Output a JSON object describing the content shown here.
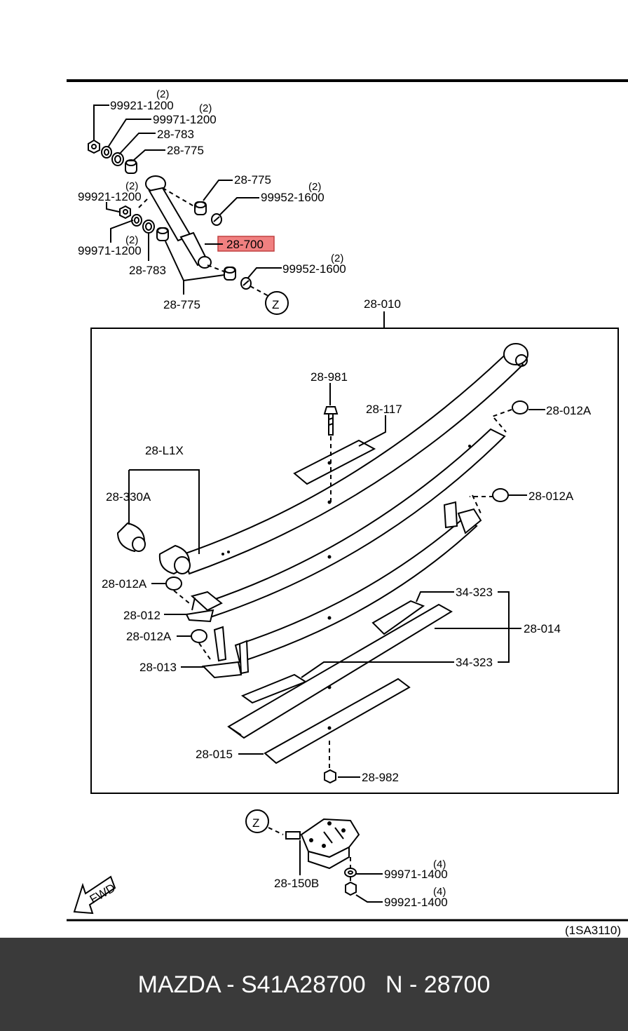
{
  "diagram": {
    "reference_code": "(1SA3110)",
    "fwd_label": "FWD",
    "highlight_color": "#f08080",
    "shock_labels": {
      "nut_top": "99921-1200",
      "nut_top_qty": "(2)",
      "washer_top": "99971-1200",
      "washer_top_qty": "(2)",
      "retainer_top": "28-783",
      "bushing_top": "28-775",
      "bushing_top_right": "28-775",
      "pin_top": "99952-1600",
      "pin_top_qty": "(2)",
      "nut_left": "99921-1200",
      "nut_left_qty": "(2)",
      "washer_left": "99971-1200",
      "washer_left_qty": "(2)",
      "retainer_left": "28-783",
      "bushing_bottom": "28-775",
      "shock_absorber": "28-700",
      "pin_bottom": "99952-1600",
      "pin_bottom_qty": "(2)",
      "ref_z_top": "Z"
    },
    "spring_labels": {
      "assembly": "28-010",
      "bolt": "28-981",
      "liner_top": "28-117",
      "kit": "28-L1X",
      "bushing": "28-330A",
      "cap_right_top": "28-012A",
      "cap_right_mid": "28-012A",
      "cap_left_top": "28-012A",
      "clip": "28-012",
      "cap_left_bottom": "28-012A",
      "clip_lower": "28-013",
      "liner_a": "34-323",
      "leaf_group": "28-014",
      "liner_b": "34-323",
      "bottom_leaf": "28-015",
      "center_nut": "28-982"
    },
    "bracket_labels": {
      "ref_z": "Z",
      "bracket": "28-150B",
      "washer": "99971-1400",
      "washer_qty": "(4)",
      "nut": "99921-1400",
      "nut_qty": "(4)"
    }
  },
  "footer": {
    "caption": "MAZDA - S41A28700   N - 28700"
  }
}
